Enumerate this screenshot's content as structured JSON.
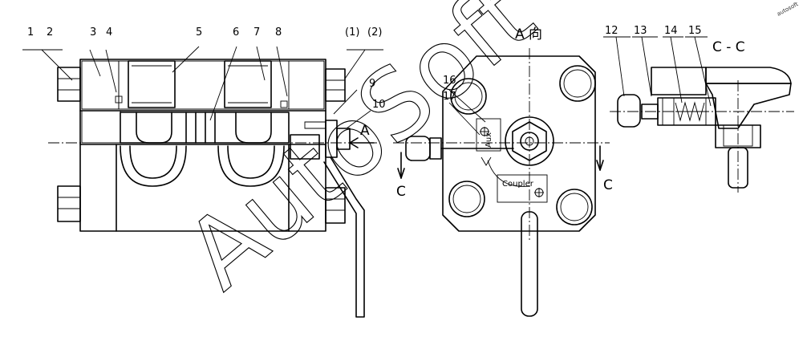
{
  "drawing": {
    "callouts_left": [
      "1",
      "2",
      "3",
      "4",
      "5",
      "6",
      "7",
      "8",
      "(1)",
      "(2)",
      "9",
      "10"
    ],
    "callouts_middle": [
      "16",
      "17"
    ],
    "callouts_right": [
      "12",
      "13",
      "14",
      "15"
    ],
    "view_arrow_a": "A",
    "view_a_title": "A 向",
    "section_title": "C - C",
    "section_mark_left": "C",
    "section_mark_right": "C",
    "valve_label_aux": "Aux",
    "valve_label_coupler": "Coupler"
  },
  "watermark": {
    "text": "AutoSoft",
    "corner_text": "autosoft"
  }
}
